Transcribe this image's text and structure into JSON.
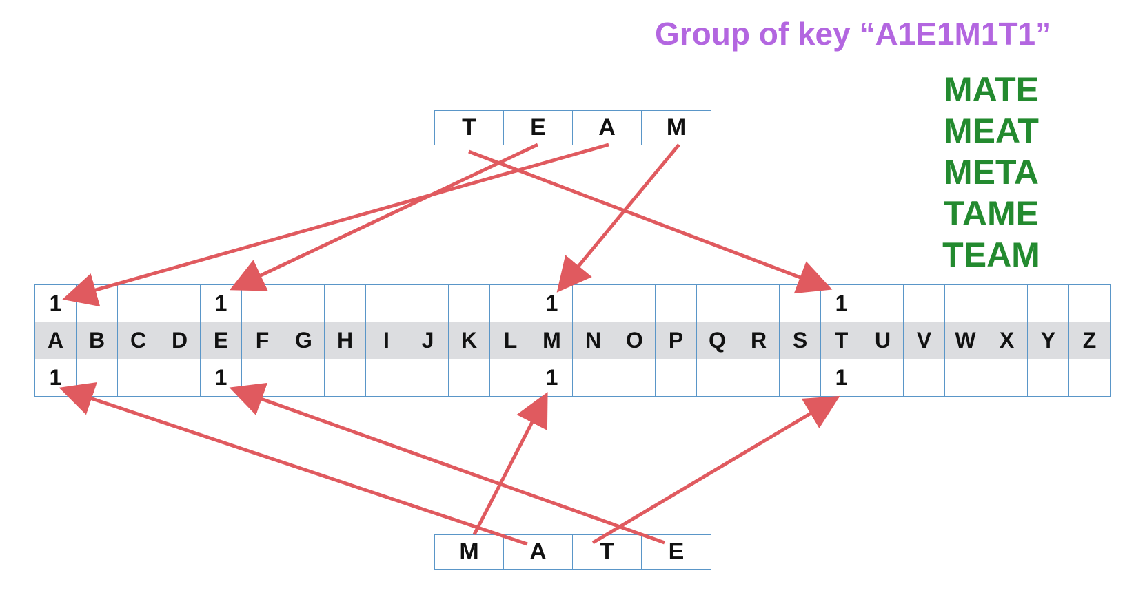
{
  "title": "Group of key “A1E1M1T1”",
  "group_words": [
    "MATE",
    "MEAT",
    "META",
    "TAME",
    "TEAM"
  ],
  "top_word": [
    "T",
    "E",
    "A",
    "M"
  ],
  "bottom_word": [
    "M",
    "A",
    "T",
    "E"
  ],
  "alphabet": [
    "A",
    "B",
    "C",
    "D",
    "E",
    "F",
    "G",
    "H",
    "I",
    "J",
    "K",
    "L",
    "M",
    "N",
    "O",
    "P",
    "Q",
    "R",
    "S",
    "T",
    "U",
    "V",
    "W",
    "X",
    "Y",
    "Z"
  ],
  "top_counts": [
    "1",
    "",
    "",
    "",
    "1",
    "",
    "",
    "",
    "",
    "",
    "",
    "",
    "1",
    "",
    "",
    "",
    "",
    "",
    "",
    "1",
    "",
    "",
    "",
    "",
    "",
    ""
  ],
  "bottom_counts": [
    "1",
    "",
    "",
    "",
    "1",
    "",
    "",
    "",
    "",
    "",
    "",
    "",
    "1",
    "",
    "",
    "",
    "",
    "",
    "",
    "1",
    "",
    "",
    "",
    "",
    "",
    ""
  ],
  "colors": {
    "title": "#b366e0",
    "words": "#238a2f",
    "arrows": "#e05a5f",
    "grid_border": "#5a96c8",
    "letter_row_bg": "#dcdde0"
  }
}
